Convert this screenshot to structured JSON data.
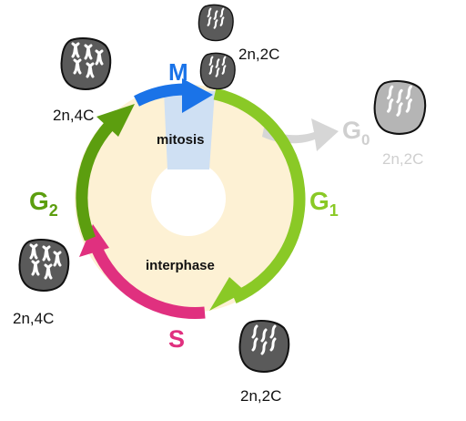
{
  "phases": {
    "m": "M",
    "g1": "G",
    "g1_sub": "1",
    "g0": "G",
    "g0_sub": "0",
    "g2": "G",
    "g2_sub": "2",
    "s": "S"
  },
  "regions": {
    "mitosis": "mitosis",
    "interphase": "interphase"
  },
  "ploidy": {
    "top_right": "2n,2C",
    "top_left": "2n,4C",
    "g0": "2n,2C",
    "left": "2n,4C",
    "bottom": "2n,2C"
  },
  "colors": {
    "m": "#1a73e8",
    "g1": "#8ac926",
    "g2": "#5c9e0f",
    "s": "#e0307f",
    "g0": "#cfcfcf",
    "ring_fill": "#fdf1d4",
    "mitosis_wedge": "#cfe0f3",
    "cell_dark": "#5a5a5a",
    "cell_light": "#b5b5b5"
  },
  "icons": {
    "cell": "cell-chromosomes-icon",
    "arrow": "phase-arrow-icon"
  }
}
